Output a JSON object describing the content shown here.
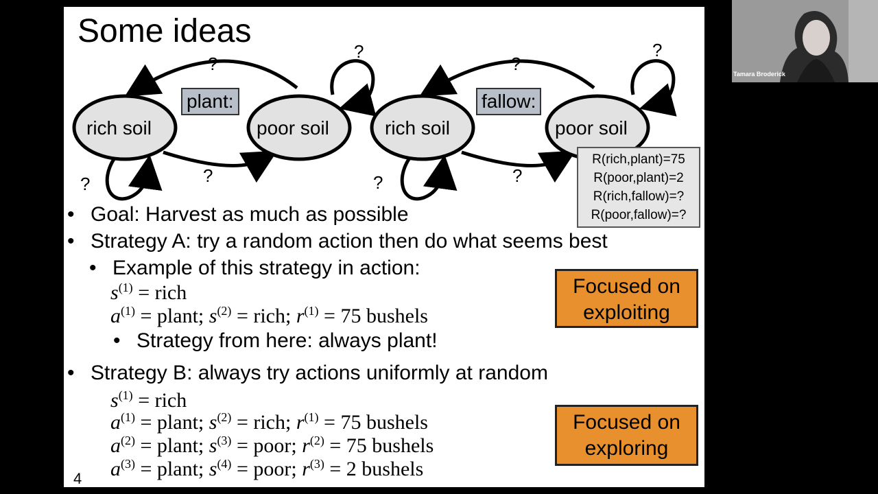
{
  "slide": {
    "title": "Some ideas",
    "page_number": "4",
    "diagrams": [
      {
        "action_label": "plant:",
        "state_rich": "rich soil",
        "state_poor": "poor soil",
        "q_top": "?",
        "q_poor_loop": "?",
        "q_rich_loop": "?",
        "q_bottom": "?"
      },
      {
        "action_label": "fallow:",
        "state_rich": "rich soil",
        "state_poor": "poor soil",
        "q_top": "?",
        "q_poor_loop": "?",
        "q_rich_loop": "?",
        "q_bottom": "?"
      }
    ],
    "rewards": [
      "R(rich,plant)=75",
      "R(poor,plant)=2",
      "R(rich,fallow)=?",
      "R(poor,fallow)=?"
    ],
    "bullets": {
      "goal": "Goal: Harvest as much as possible",
      "strategy_a": "Strategy A: try a random action then do what seems best",
      "example": "Example of this strategy in action:",
      "from_here": "Strategy from here: always plant!",
      "strategy_b": "Strategy B: always try actions uniformly at random"
    },
    "strategy_a_math": {
      "s1": "= rich",
      "line2_a": "= plant;",
      "line2_s": "= rich;",
      "line2_r": "= 75 bushels"
    },
    "strategy_b_math": {
      "s1": "= rich",
      "l2_a": "= plant;",
      "l2_s": "= rich;",
      "l2_r": "= 75 bushels",
      "l3_a": "= plant;",
      "l3_s": "= poor;",
      "l3_r": "= 75 bushels",
      "l4_a": "= plant;",
      "l4_s": "= poor;",
      "l4_r": "= 2 bushels"
    },
    "callouts": {
      "exploit": "Focused on exploiting",
      "explore": "Focused on exploring"
    }
  },
  "video": {
    "participant_name": "Tamara Broderick"
  }
}
